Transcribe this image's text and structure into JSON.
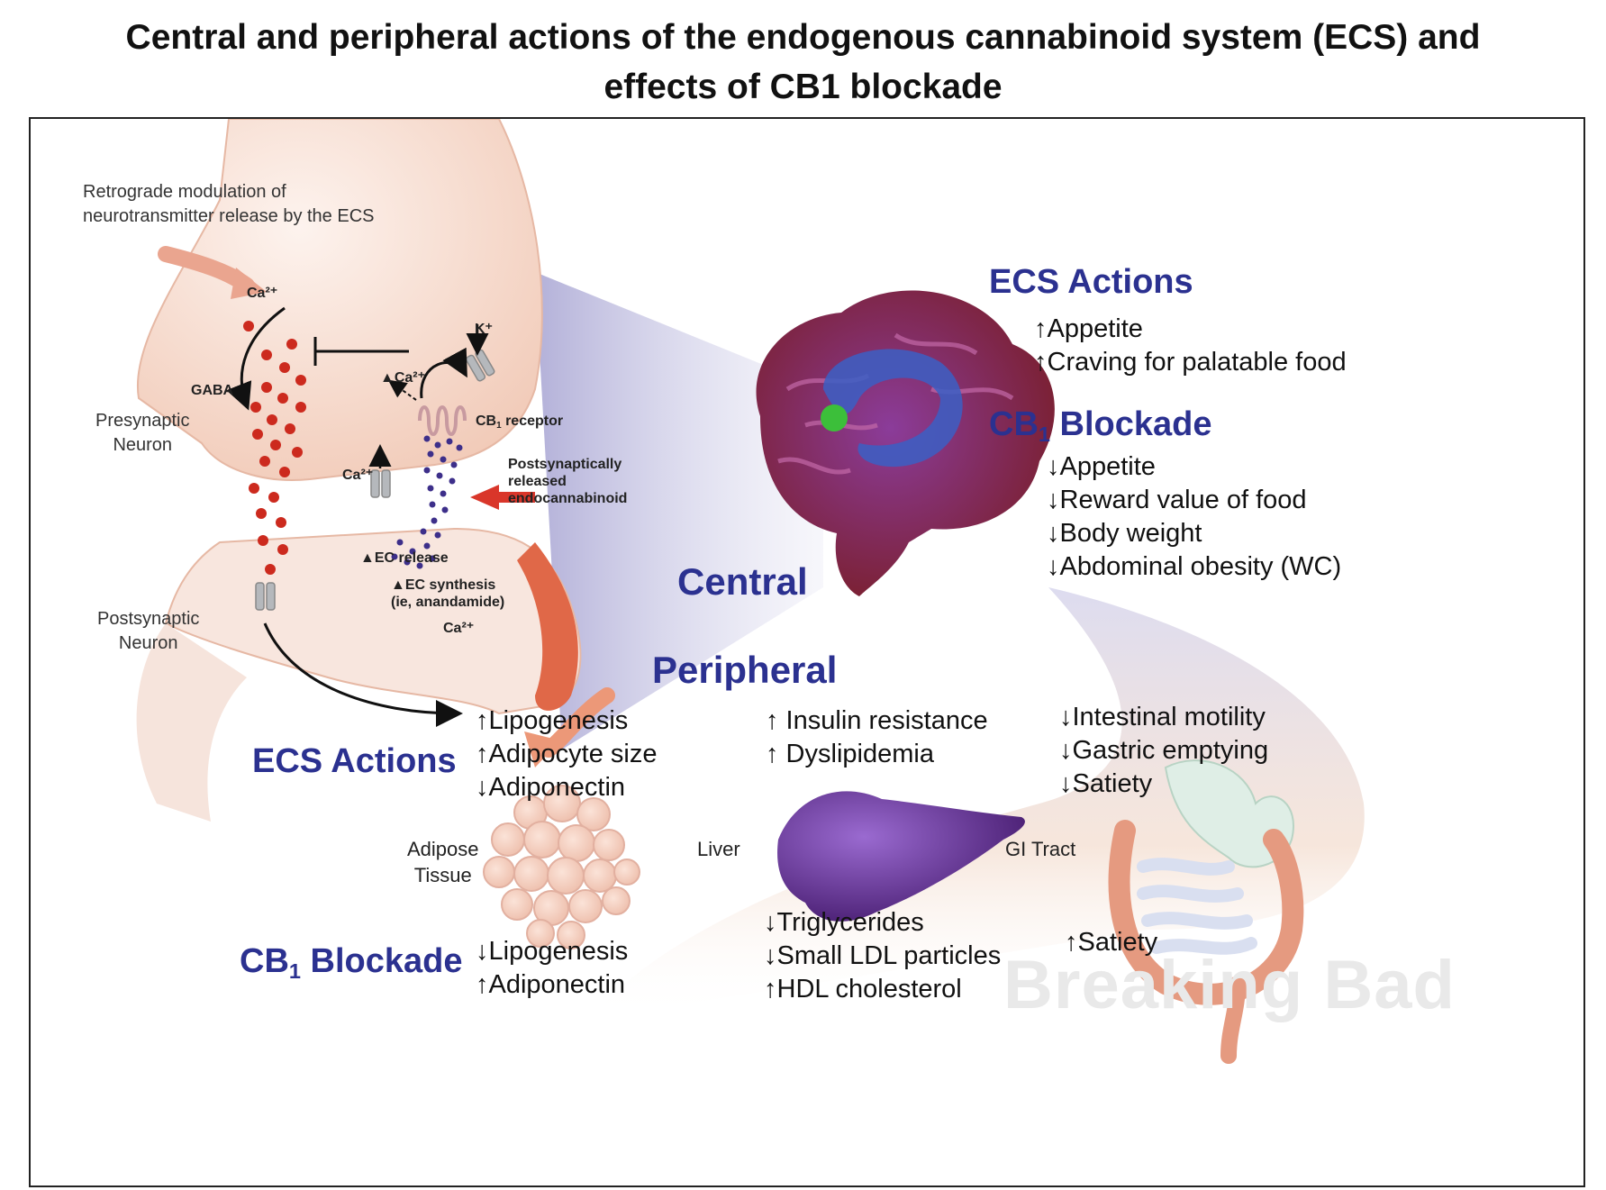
{
  "title": {
    "line1": "Central and peripheral actions of the endogenous cannabinoid system (ECS) and",
    "line2": "effects of CB1 blockade"
  },
  "synapse": {
    "retrograde_line1": "Retrograde modulation of",
    "retrograde_line2": "neurotransmitter release by the ECS",
    "ca_top": "Ca²⁺",
    "gaba": "GABA",
    "k_ion": "K⁺",
    "ca_efflux": "Ca²⁺",
    "cb1_receptor_prefix": "CB",
    "cb1_receptor_sub": "1",
    "cb1_receptor_suffix": " receptor",
    "presynaptic_line1": "Presynaptic",
    "presynaptic_line2": "Neuron",
    "ca_channel": "Ca²⁺",
    "post_released_line1": "Postsynaptically",
    "post_released_line2": "released",
    "post_released_line3": "endocannabinoid",
    "ec_release": "EC release",
    "ec_synthesis_line1": "EC synthesis",
    "ec_synthesis_line2": "(ie, anandamide)",
    "postsynaptic_line1": "Postsynaptic",
    "postsynaptic_line2": "Neuron",
    "ca_bottom": "Ca²⁺"
  },
  "central": {
    "ecs_heading": "ECS Actions",
    "ecs_effects": [
      "↑Appetite",
      "↑Craving for palatable food"
    ],
    "cb1_prefix": "CB",
    "cb1_sub": "1",
    "cb1_suffix": " Blockade",
    "cb1_effects": [
      "↓Appetite",
      "↓Reward value of food",
      "↓Body weight",
      "↓Abdominal obesity (WC)"
    ],
    "label": "Central"
  },
  "peripheral": {
    "label": "Peripheral",
    "ecs_heading": "ECS Actions",
    "cb1_prefix": "CB",
    "cb1_sub": "1",
    "cb1_suffix": " Blockade",
    "adipose": {
      "label_line1": "Adipose",
      "label_line2": "Tissue",
      "ecs_effects": [
        "↑Lipogenesis",
        "↑Adipocyte size",
        "↓Adiponectin"
      ],
      "cb1_effects": [
        "↓Lipogenesis",
        "↑Adiponectin"
      ]
    },
    "liver": {
      "label": "Liver",
      "ecs_effects": [
        "↑ Insulin resistance",
        "↑ Dyslipidemia"
      ],
      "cb1_effects": [
        "↓Triglycerides",
        "↓Small LDL particles",
        "↑HDL cholesterol"
      ]
    },
    "gi": {
      "label": "GI Tract",
      "ecs_effects": [
        "↓Intestinal motility",
        "↓Gastric emptying",
        "↓Satiety"
      ],
      "cb1_effects": [
        "↑Satiety"
      ]
    }
  },
  "watermark": "Breaking Bad",
  "colors": {
    "heading_blue": "#2b3190",
    "dot_red": "#cc2a1e",
    "dot_purple": "#3d2f8a",
    "arrow_red": "#d9362a",
    "brain_green": "#3cbf3a",
    "liver_purple": "#5b2a86"
  }
}
